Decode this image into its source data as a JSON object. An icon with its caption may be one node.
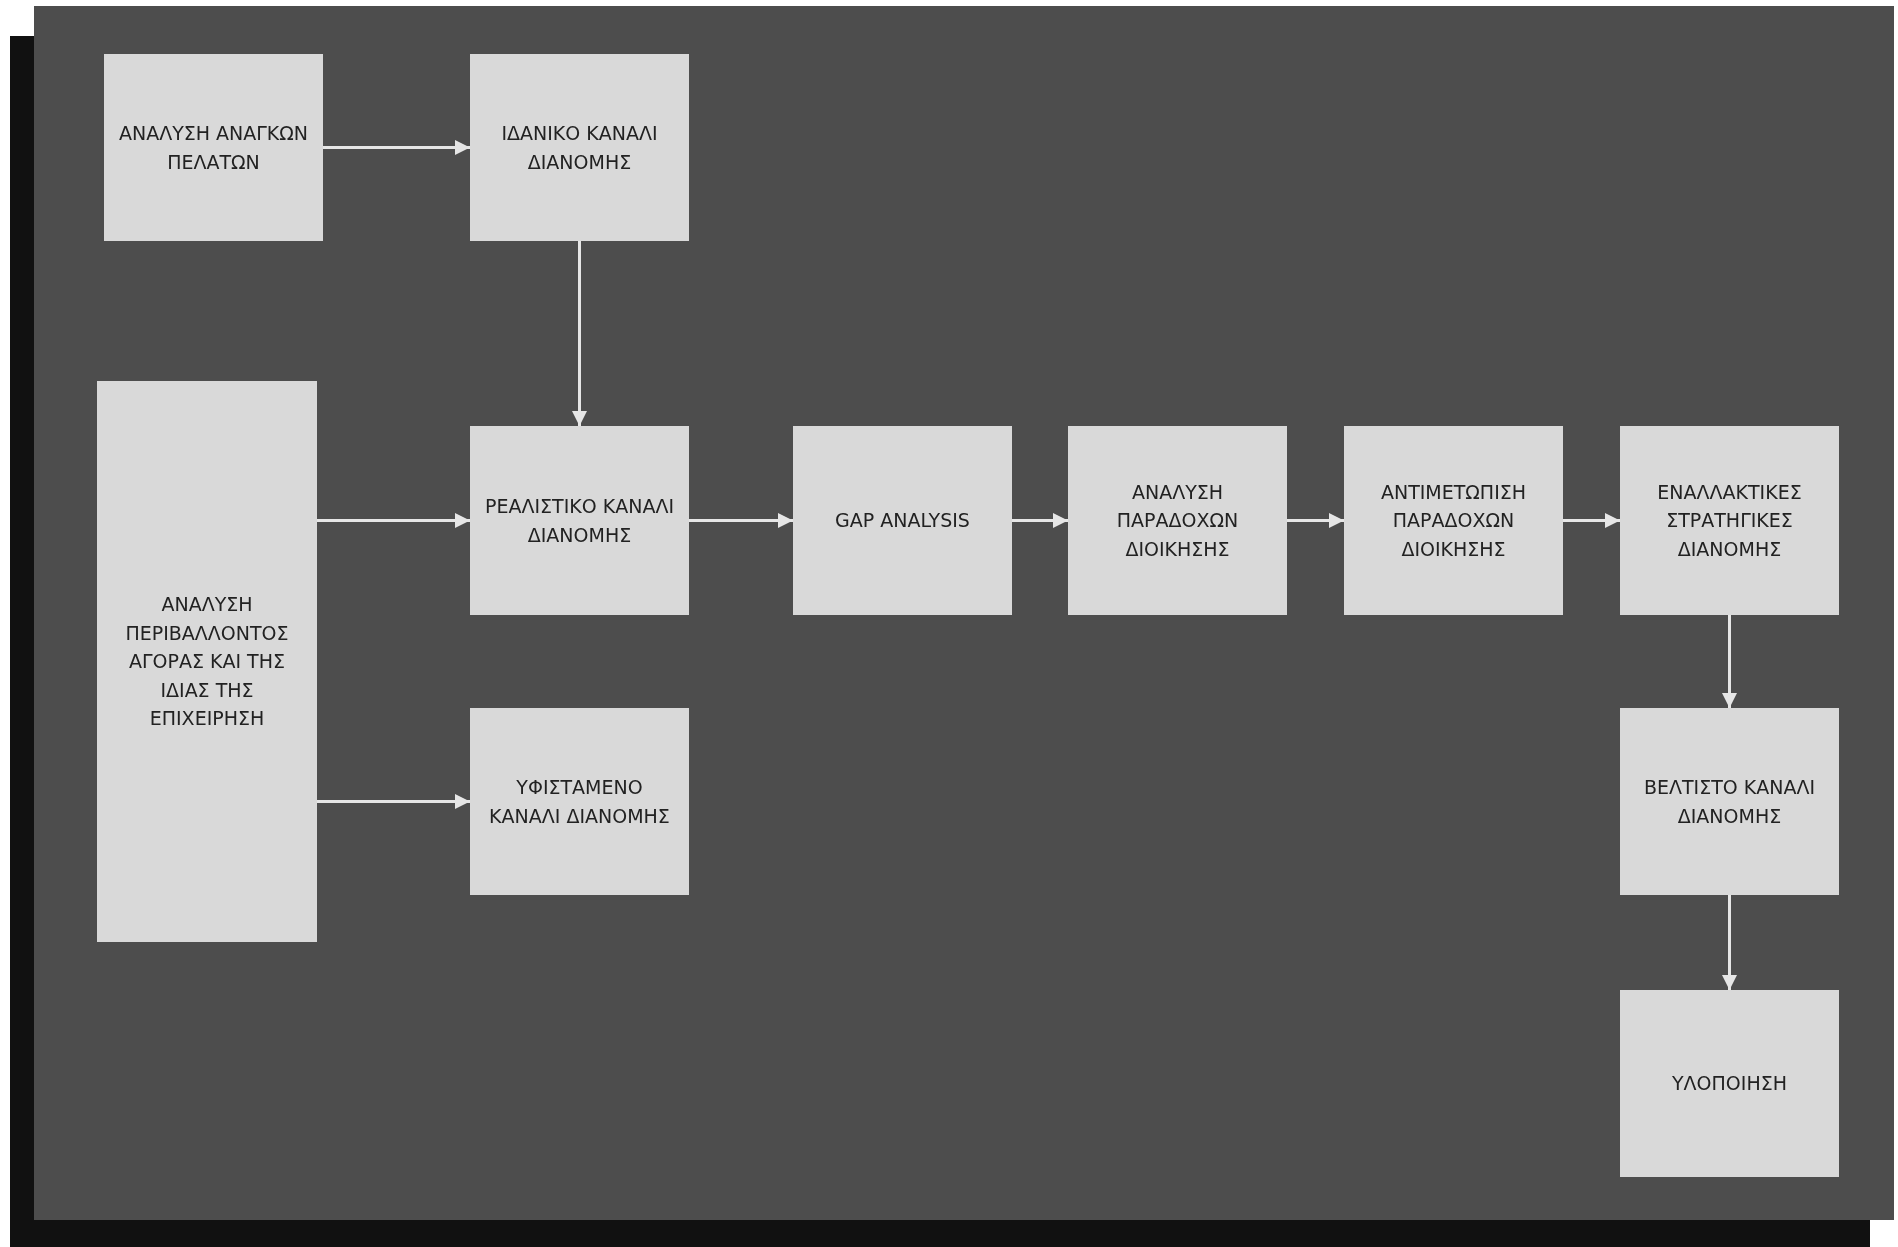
{
  "diagram": {
    "nodes": [
      {
        "text": [
          "ΑΝΑΛΥΣΗ ΑΝΑΓΚΩΝ ΠΕΛΑΤΩΝ"
        ]
      },
      {
        "text": [
          "ΙΔΑΝΙΚΟ ΚΑΝΑΛΙ ΔΙΑΝΟΜΗΣ"
        ]
      },
      {
        "text": [
          "ΑΝΑΛΥΣΗ ΠΕΡΙΒΑΛΛΟΝΤΟΣ ΑΓΟΡΑΣ ΚΑΙ ΤΗΣ ΙΔΙΑΣ ΤΗΣ ΕΠΙΧΕΙΡΗΣΗ"
        ]
      },
      {
        "text": [
          "ΡΕΑΛΙΣΤΙΚΟ ΚΑΝΑΛΙ ΔΙΑΝΟΜΗΣ"
        ]
      },
      {
        "text": [
          "GAP ANALYSIS"
        ]
      },
      {
        "text": [
          "ΑΝΑΛΥΣΗ ΠΑΡΑΔΟΧΩΝ ΔΙΟΙΚΗΣΗΣ"
        ]
      },
      {
        "text": [
          "ΑΝΤΙΜΕΤΩΠΙΣΗ ΠΑΡΑΔΟΧΩΝ ΔΙΟΙΚΗΣΗΣ"
        ]
      },
      {
        "text": [
          "ΕΝΑΛΛΑΚΤΙΚΕΣ ΣΤΡΑΤΗΓΙΚΕΣ ΔΙΑΝΟΜΗΣ"
        ]
      },
      {
        "text": [
          "ΥΦΙΣΤΑΜΕΝΟ ΚΑΝΑΛΙ ΔΙΑΝΟΜΗΣ"
        ]
      },
      {
        "text": [
          "ΒΕΛΤΙΣΤΟ ΚΑΝΑΛΙ ΔΙΑΝΟΜΗΣ"
        ]
      },
      {
        "text": [
          "ΥΛΟΠΟΙΗΣΗ"
        ]
      }
    ],
    "edges": [
      {
        "from": 0,
        "to": 1,
        "arrow": "to"
      },
      {
        "from": 1,
        "to": 3,
        "arrow": "to"
      },
      {
        "from": 2,
        "to": 3,
        "arrow": "to"
      },
      {
        "from": 2,
        "to": 8,
        "arrow": "to"
      },
      {
        "from": 3,
        "to": 4,
        "arrow": "to"
      },
      {
        "from": 4,
        "to": 5,
        "arrow": "to"
      },
      {
        "from": 5,
        "to": 6,
        "arrow": "to"
      },
      {
        "from": 6,
        "to": 7,
        "arrow": "to"
      },
      {
        "from": 7,
        "to": 9,
        "arrow": "to"
      },
      {
        "from": 9,
        "to": 10,
        "arrow": "to"
      }
    ]
  }
}
